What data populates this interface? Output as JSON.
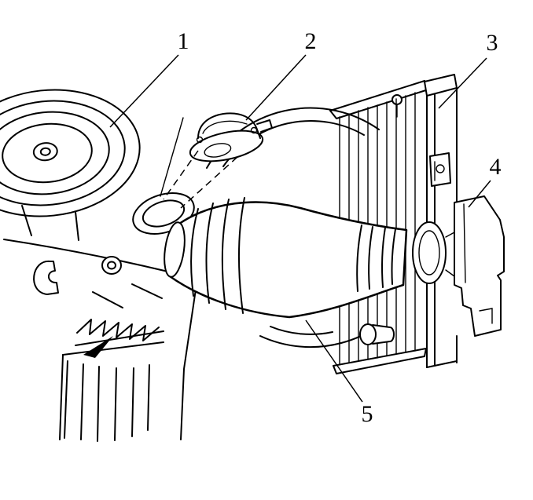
{
  "figure": {
    "callouts": [
      {
        "label": "1"
      },
      {
        "label": "2"
      },
      {
        "label": "3"
      },
      {
        "label": "4"
      },
      {
        "label": "5"
      }
    ],
    "colors": {
      "line": "#000000",
      "background": "#ffffff"
    }
  }
}
